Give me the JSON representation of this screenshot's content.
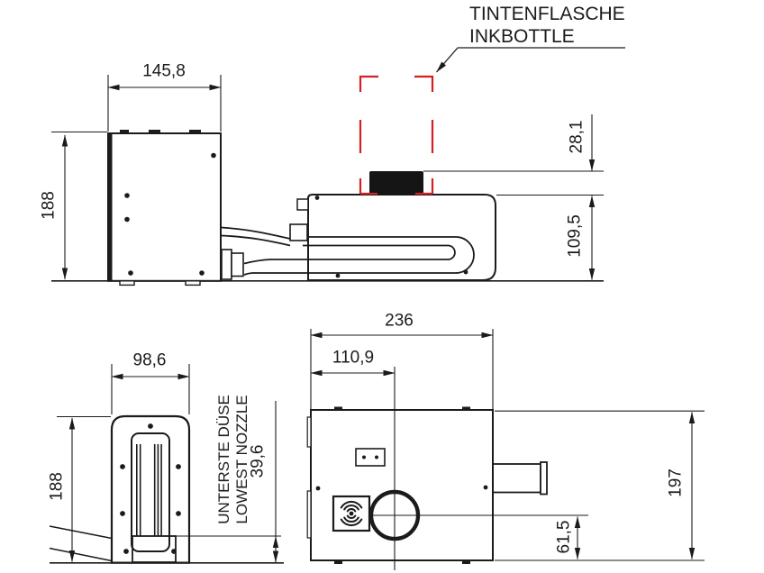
{
  "colors": {
    "line": "#1b1b1b",
    "highlight_red": "#d02222",
    "background": "#ffffff"
  },
  "callout": {
    "line1": "TINTENFLASCHE",
    "line2": "INKBOTTLE"
  },
  "side_view": {
    "control_unit_width": "145,8",
    "control_unit_height": "188",
    "bottle_cap_height": "28,1",
    "body_height": "109,5"
  },
  "front_view": {
    "head_width": "98,6",
    "head_height": "188",
    "nozzle_note_de": "UNTERSTE DÜSE",
    "nozzle_note_en": "LOWEST NOZZLE",
    "lowest_nozzle_height": "39,6"
  },
  "top_view": {
    "body_length": "236",
    "bottle_center_offset": "110,9",
    "body_depth": "197",
    "connector_center_offset": "61,5"
  }
}
